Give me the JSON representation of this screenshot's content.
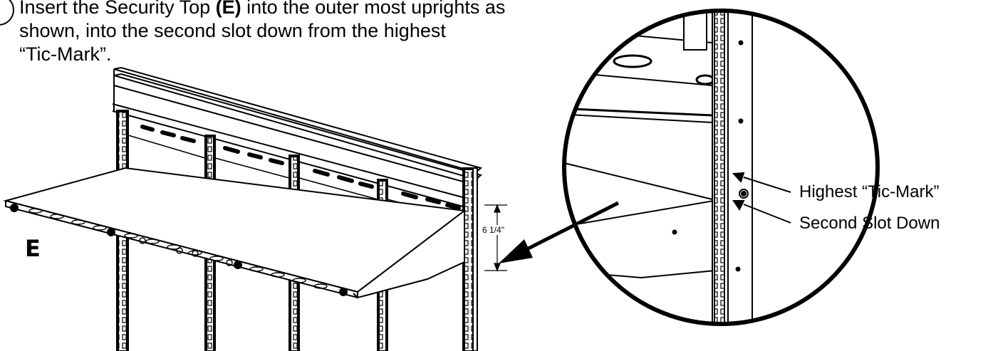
{
  "instruction": {
    "part1": "Insert the Security Top ",
    "part_ref": "(E)",
    "part2": " into the outer most uprights as",
    "line2": "shown, into the second slot down from the highest",
    "line3": "“Tic-Mark”."
  },
  "part_label": "E",
  "dimension": "6 1/4\"",
  "callouts": {
    "highest": "Highest “Tic-Mark”",
    "second": "Second Slot Down"
  }
}
